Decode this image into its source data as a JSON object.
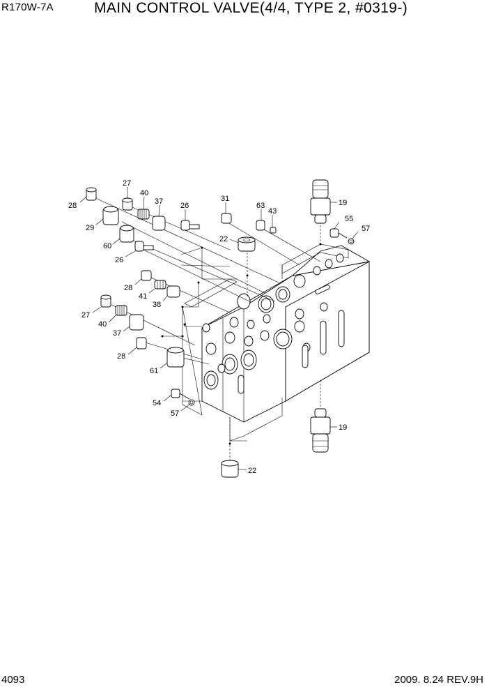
{
  "header": {
    "model": "R170W-7A",
    "title": "MAIN CONTROL VALVE(4/4, TYPE 2, #0319-)"
  },
  "footer": {
    "page_number": "4093",
    "revision": "2009. 8.24  REV.9H"
  },
  "callouts": [
    {
      "id": "c-28a",
      "label": "28"
    },
    {
      "id": "c-27a",
      "label": "27"
    },
    {
      "id": "c-40a",
      "label": "40"
    },
    {
      "id": "c-37a",
      "label": "37"
    },
    {
      "id": "c-26a",
      "label": "26"
    },
    {
      "id": "c-31",
      "label": "31"
    },
    {
      "id": "c-63",
      "label": "63"
    },
    {
      "id": "c-43",
      "label": "43"
    },
    {
      "id": "c-19a",
      "label": "19"
    },
    {
      "id": "c-55",
      "label": "55"
    },
    {
      "id": "c-57a",
      "label": "57"
    },
    {
      "id": "c-29",
      "label": "29"
    },
    {
      "id": "c-22a",
      "label": "22"
    },
    {
      "id": "c-60",
      "label": "60"
    },
    {
      "id": "c-26b",
      "label": "26"
    },
    {
      "id": "c-28b",
      "label": "28"
    },
    {
      "id": "c-41",
      "label": "41"
    },
    {
      "id": "c-38",
      "label": "38"
    },
    {
      "id": "c-27b",
      "label": "27"
    },
    {
      "id": "c-40b",
      "label": "40"
    },
    {
      "id": "c-37b",
      "label": "37"
    },
    {
      "id": "c-28c",
      "label": "28"
    },
    {
      "id": "c-61",
      "label": "61"
    },
    {
      "id": "c-54",
      "label": "54"
    },
    {
      "id": "c-57b",
      "label": "57"
    },
    {
      "id": "c-19b",
      "label": "19"
    },
    {
      "id": "c-22b",
      "label": "22"
    }
  ]
}
